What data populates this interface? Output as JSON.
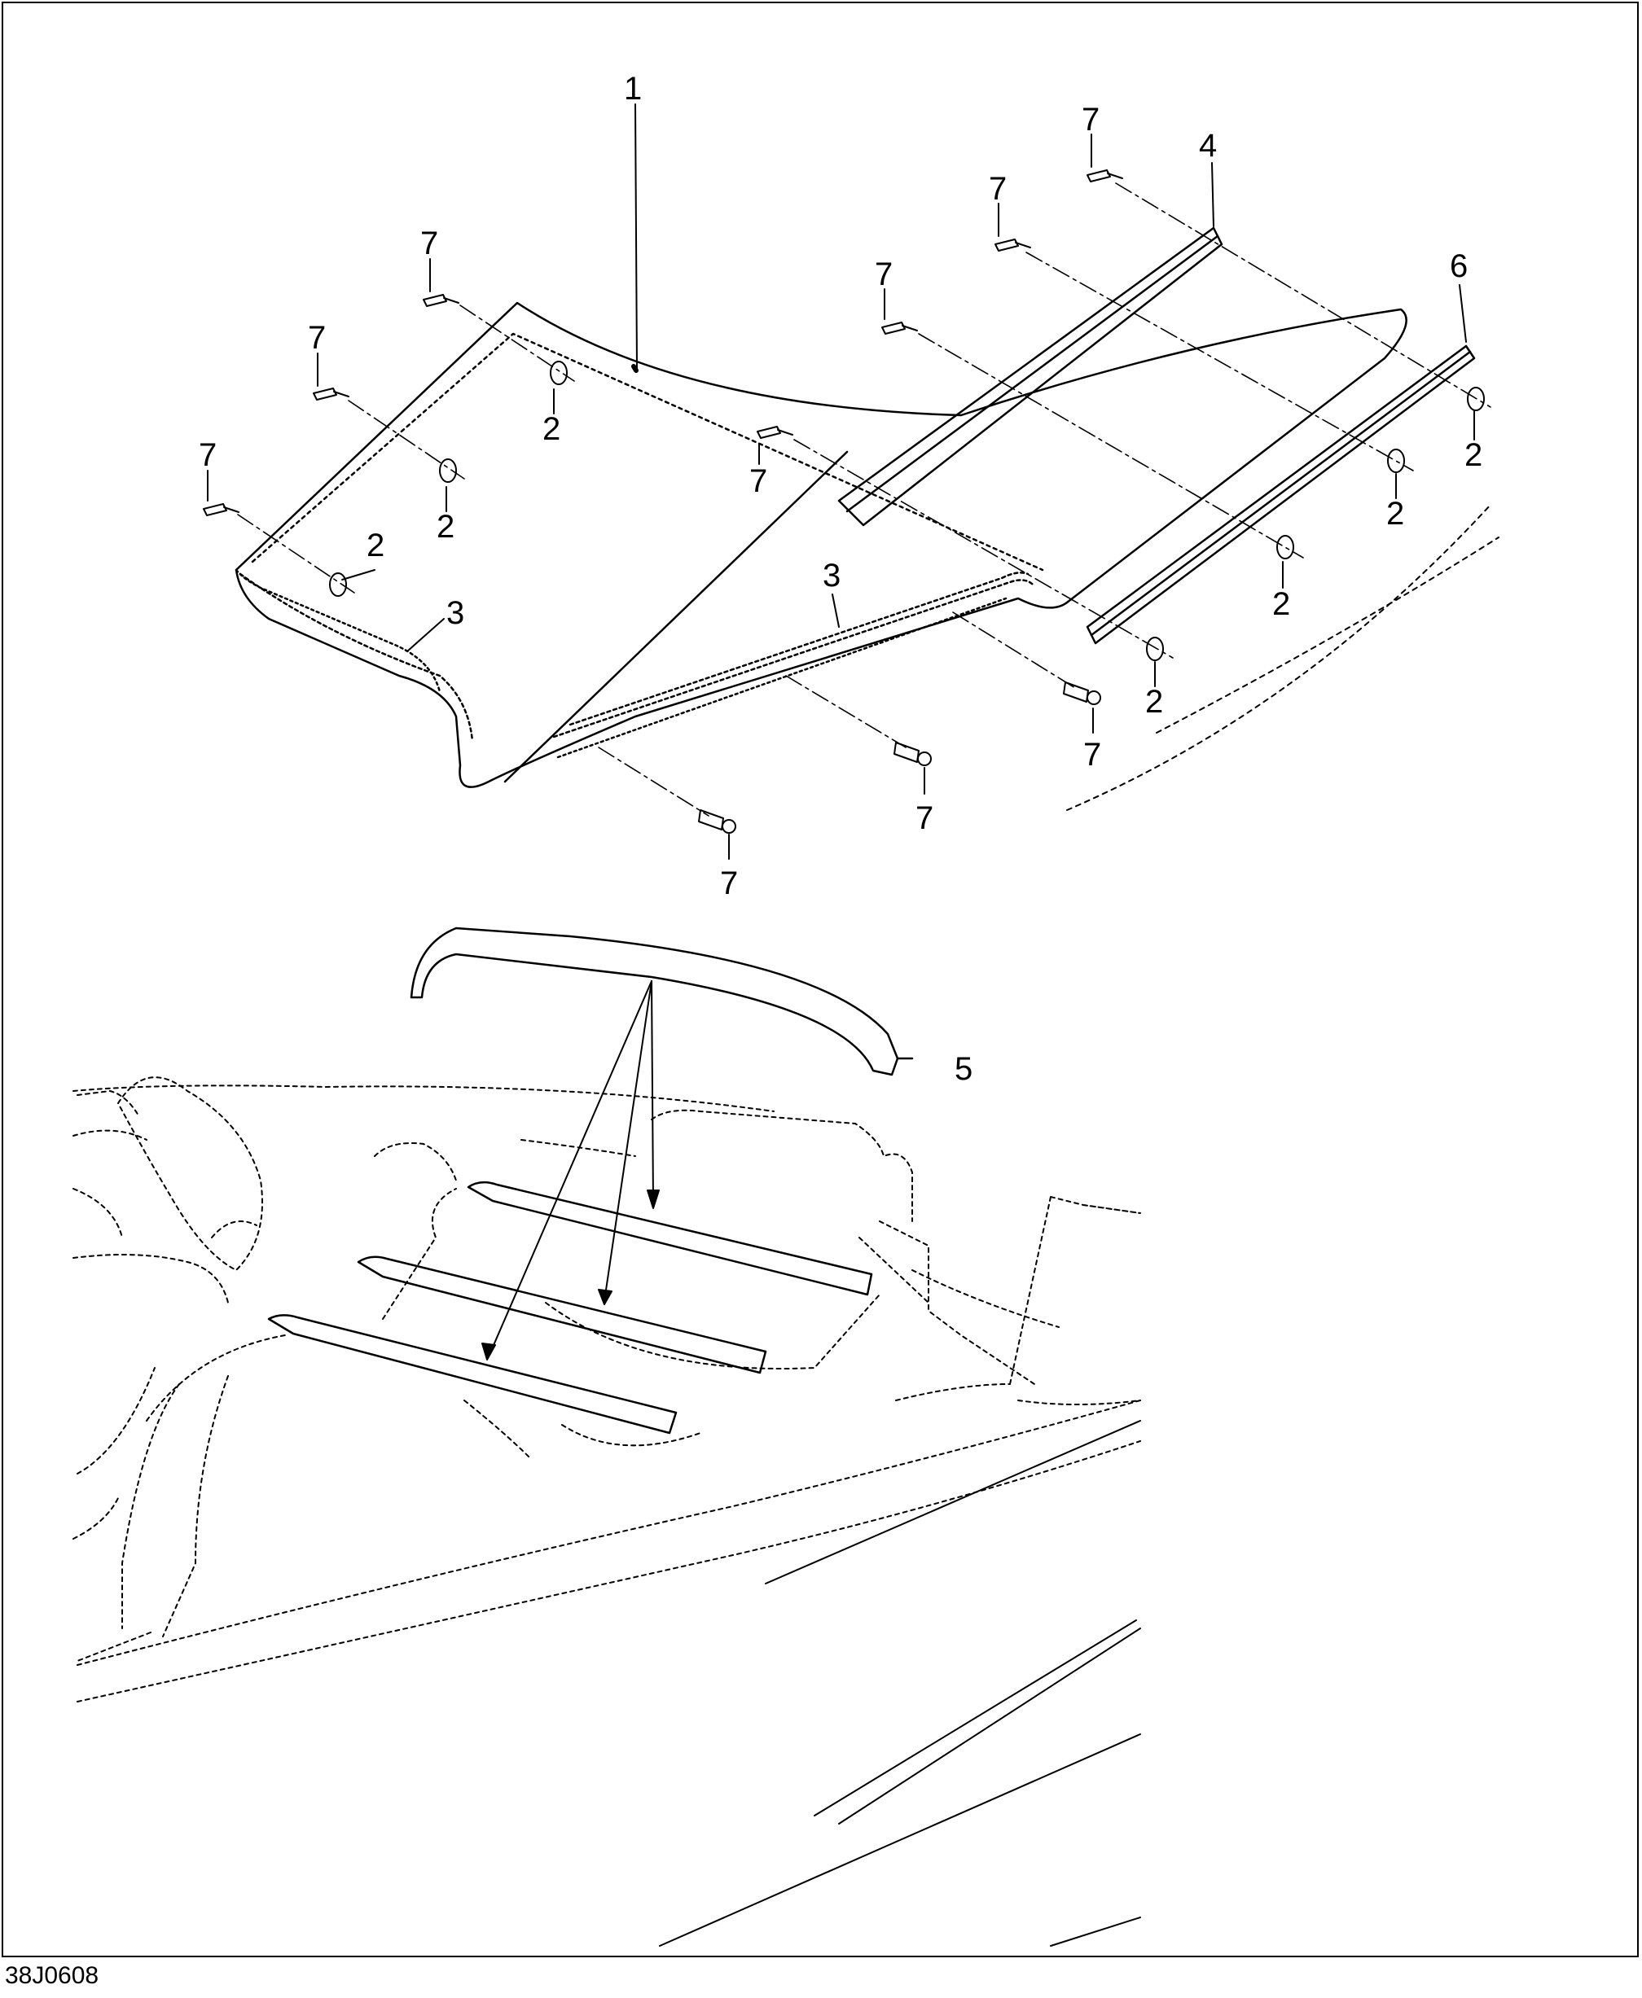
{
  "figure": {
    "code": "38J0608",
    "callouts": {
      "c1": "1",
      "c2a": "2",
      "c2b": "2",
      "c2c": "2",
      "c2d": "2",
      "c2e": "2",
      "c2f": "2",
      "c2g": "2",
      "c3a": "3",
      "c3b": "3",
      "c4": "4",
      "c5": "5",
      "c6": "6",
      "c7a": "7",
      "c7b": "7",
      "c7c": "7",
      "c7d": "7",
      "c7e": "7",
      "c7f": "7",
      "c7g": "7",
      "c7h": "7",
      "c7i": "7",
      "c7j": "7"
    }
  },
  "colors": {
    "ink": "#000000",
    "paper": "#ffffff"
  }
}
